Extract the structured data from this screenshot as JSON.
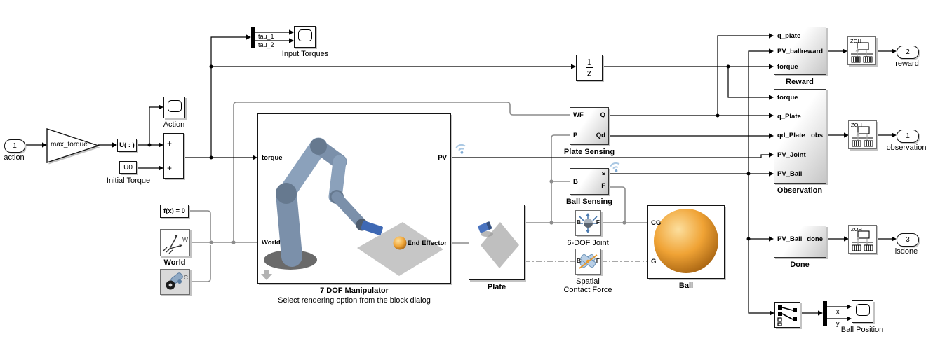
{
  "colors": {
    "signal_black": "#000000",
    "physical_gray": "#8c8c8c",
    "wireless_blue": "#aac8e3",
    "ball_orange": "#f0a835",
    "robot_blue": "#8099b4",
    "plate_gray": "#c6c6c6",
    "tool_blue": "#4a74c0"
  },
  "inports": {
    "action": {
      "num": "1",
      "label": "action"
    }
  },
  "outports": {
    "reward": {
      "num": "2",
      "label": "reward"
    },
    "observation": {
      "num": "1",
      "label": "observation"
    },
    "isdone": {
      "num": "3",
      "label": "isdone"
    }
  },
  "blocks": {
    "gain": {
      "text": "max_torque"
    },
    "reshape": {
      "text": "U( : )"
    },
    "u0": {
      "text": "U0",
      "label": "Initial Torque"
    },
    "sum": {
      "plus1": "+",
      "plus2": "+"
    },
    "action_scope": {
      "label": "Action"
    },
    "input_torques_scope": {
      "label": "Input Torques",
      "signal1": "tau_1",
      "signal2": "tau_2"
    },
    "unit_delay": {
      "num": "1",
      "den": "z"
    },
    "solver": {
      "text": "f(x) = 0"
    },
    "world": {
      "label": "World",
      "port": "W"
    },
    "mechanism_config": {
      "port": "C"
    },
    "manipulator": {
      "name": "7 DOF Manipulator",
      "sublabel": "Select rendering option from the block dialog",
      "port_torque": "torque",
      "port_world": "World",
      "port_pv": "PV",
      "port_end_effector": "End Effector"
    },
    "plate": {
      "name": "Plate"
    },
    "plate_sensing": {
      "name": "Plate Sensing",
      "port_wf": "WF",
      "port_p": "P",
      "port_q": "Q",
      "port_qd": "Qd"
    },
    "ball_sensing": {
      "name": "Ball Sensing",
      "port_b": "B",
      "port_s": "s",
      "port_f": "F"
    },
    "six_dof_joint": {
      "name": "6-DOF Joint",
      "port_b": "B",
      "port_f": "F"
    },
    "contact_force": {
      "name_line1": "Spatial",
      "name_line2": "Contact Force",
      "port_b": "B",
      "port_f": "F"
    },
    "ball": {
      "name": "Ball",
      "port_cg": "CG",
      "port_g": "G"
    },
    "reward": {
      "name": "Reward",
      "in1": "q_plate",
      "in2": "PV_ball",
      "in3": "torque",
      "out": "reward"
    },
    "observation": {
      "name": "Observation",
      "in1": "torque",
      "in2": "q_Plate",
      "in3": "qd_Plate",
      "in4": "PV_Joint",
      "in5": "PV_Ball",
      "out": "obs"
    },
    "done": {
      "name": "Done",
      "in1": "PV_Ball",
      "out": "done"
    },
    "zoh": {
      "text": "ZOH"
    },
    "ball_position": {
      "label": "Ball Position",
      "sig_x": "x",
      "sig_y": "y"
    }
  }
}
